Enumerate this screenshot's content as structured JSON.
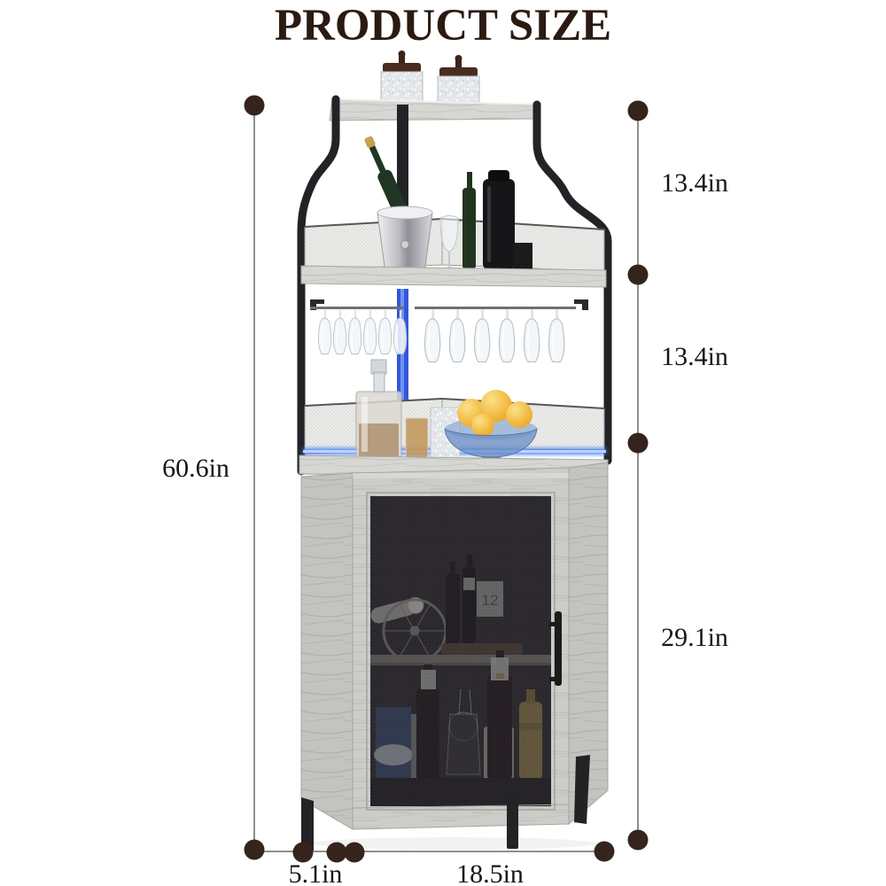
{
  "title": "PRODUCT SIZE",
  "dimensions": {
    "total_height": "60.6in",
    "upper_section": "13.4in",
    "glass_rack_section": "13.4in",
    "cabinet_section": "29.1in",
    "corner_depth": "5.1in",
    "front_width": "18.5in"
  },
  "cabinet": {
    "card_label": "12"
  },
  "colors": {
    "title_text": "#2a1a12",
    "dimension_text": "#161616",
    "dimension_dot": "#35241c",
    "dimension_line": "#8f8f8f",
    "metal_frame": "#232327",
    "wood_grey": "#ccccc8",
    "mesh_light": "#ececea",
    "mesh_dark": "#2a282c",
    "led_blue": "#4a82ff",
    "fruit_yellow": "#f2b93f"
  }
}
